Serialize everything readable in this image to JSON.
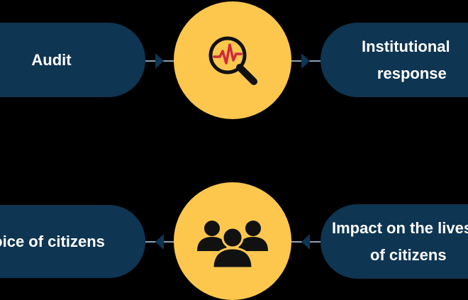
{
  "nodes": {
    "audit": {
      "label": "Audit"
    },
    "institutional_response": {
      "line1": "Institutional",
      "line2": "response"
    },
    "voice_of_citizens": {
      "label": "Voice of citizens"
    },
    "impact": {
      "line1": "Impact on the lives",
      "line2": "of citizens"
    }
  },
  "icons": {
    "top": "magnifier-pulse-icon",
    "bottom": "people-group-icon"
  },
  "colors": {
    "background": "#000000",
    "pill": "#0e3552",
    "circle": "#fdc74e",
    "text": "#ffffff",
    "connector": "#0e3552"
  }
}
